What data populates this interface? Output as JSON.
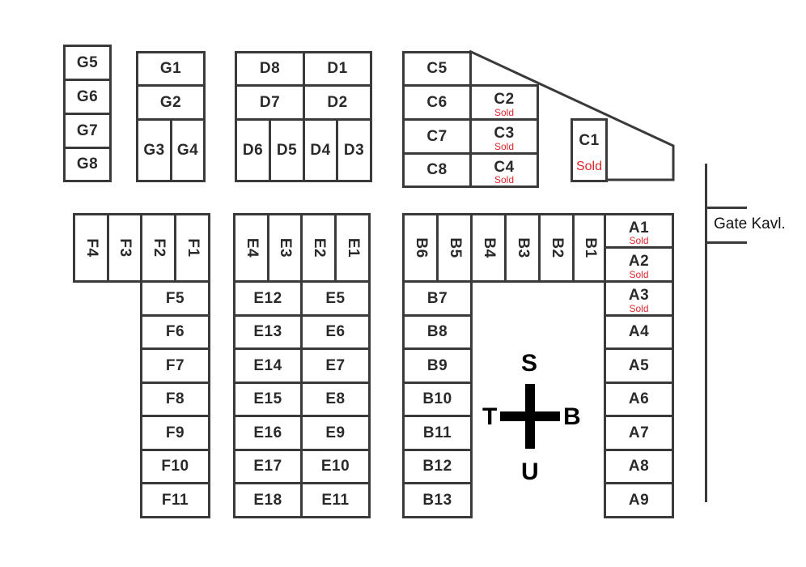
{
  "lots": {
    "G5": {
      "label": "G5",
      "sold": false
    },
    "G6": {
      "label": "G6",
      "sold": false
    },
    "G7": {
      "label": "G7",
      "sold": false
    },
    "G8": {
      "label": "G8",
      "sold": false
    },
    "G1": {
      "label": "G1",
      "sold": false
    },
    "G2": {
      "label": "G2",
      "sold": false
    },
    "G3": {
      "label": "G3",
      "sold": false
    },
    "G4": {
      "label": "G4",
      "sold": false
    },
    "D8": {
      "label": "D8",
      "sold": false
    },
    "D1": {
      "label": "D1",
      "sold": false
    },
    "D7": {
      "label": "D7",
      "sold": false
    },
    "D2": {
      "label": "D2",
      "sold": false
    },
    "D6": {
      "label": "D6",
      "sold": false
    },
    "D5": {
      "label": "D5",
      "sold": false
    },
    "D4": {
      "label": "D4",
      "sold": false
    },
    "D3": {
      "label": "D3",
      "sold": false
    },
    "C5": {
      "label": "C5",
      "sold": false
    },
    "C6": {
      "label": "C6",
      "sold": false
    },
    "C7": {
      "label": "C7",
      "sold": false
    },
    "C8": {
      "label": "C8",
      "sold": false
    },
    "C2": {
      "label": "C2",
      "sold": true
    },
    "C3": {
      "label": "C3",
      "sold": true
    },
    "C4": {
      "label": "C4",
      "sold": true
    },
    "C1": {
      "label": "C1",
      "sold": true
    },
    "F4": {
      "label": "F4",
      "sold": false
    },
    "F3": {
      "label": "F3",
      "sold": false
    },
    "F2": {
      "label": "F2",
      "sold": false
    },
    "F1": {
      "label": "F1",
      "sold": false
    },
    "F5": {
      "label": "F5",
      "sold": false
    },
    "F6": {
      "label": "F6",
      "sold": false
    },
    "F7": {
      "label": "F7",
      "sold": false
    },
    "F8": {
      "label": "F8",
      "sold": false
    },
    "F9": {
      "label": "F9",
      "sold": false
    },
    "F10": {
      "label": "F10",
      "sold": false
    },
    "F11": {
      "label": "F11",
      "sold": false
    },
    "E4": {
      "label": "E4",
      "sold": false
    },
    "E3": {
      "label": "E3",
      "sold": false
    },
    "E2": {
      "label": "E2",
      "sold": false
    },
    "E1": {
      "label": "E1",
      "sold": false
    },
    "E12": {
      "label": "E12",
      "sold": false
    },
    "E13": {
      "label": "E13",
      "sold": false
    },
    "E14": {
      "label": "E14",
      "sold": false
    },
    "E15": {
      "label": "E15",
      "sold": false
    },
    "E16": {
      "label": "E16",
      "sold": false
    },
    "E17": {
      "label": "E17",
      "sold": false
    },
    "E18": {
      "label": "E18",
      "sold": false
    },
    "E5": {
      "label": "E5",
      "sold": false
    },
    "E6": {
      "label": "E6",
      "sold": false
    },
    "E7": {
      "label": "E7",
      "sold": false
    },
    "E8": {
      "label": "E8",
      "sold": false
    },
    "E9": {
      "label": "E9",
      "sold": false
    },
    "E10": {
      "label": "E10",
      "sold": false
    },
    "E11": {
      "label": "E11",
      "sold": false
    },
    "B6": {
      "label": "B6",
      "sold": false
    },
    "B5": {
      "label": "B5",
      "sold": false
    },
    "B4": {
      "label": "B4",
      "sold": false
    },
    "B3": {
      "label": "B3",
      "sold": false
    },
    "B2": {
      "label": "B2",
      "sold": false
    },
    "B1": {
      "label": "B1",
      "sold": false
    },
    "B7": {
      "label": "B7",
      "sold": false
    },
    "B8": {
      "label": "B8",
      "sold": false
    },
    "B9": {
      "label": "B9",
      "sold": false
    },
    "B10": {
      "label": "B10",
      "sold": false
    },
    "B11": {
      "label": "B11",
      "sold": false
    },
    "B12": {
      "label": "B12",
      "sold": false
    },
    "B13": {
      "label": "B13",
      "sold": false
    },
    "A1": {
      "label": "A1",
      "sold": true
    },
    "A2": {
      "label": "A2",
      "sold": true
    },
    "A3": {
      "label": "A3",
      "sold": true
    },
    "A4": {
      "label": "A4",
      "sold": false
    },
    "A5": {
      "label": "A5",
      "sold": false
    },
    "A6": {
      "label": "A6",
      "sold": false
    },
    "A7": {
      "label": "A7",
      "sold": false
    },
    "A8": {
      "label": "A8",
      "sold": false
    },
    "A9": {
      "label": "A9",
      "sold": false
    }
  },
  "sold_label": "Sold",
  "gate_label": "Gate Kavl.",
  "compass": {
    "north": "S",
    "south": "U",
    "west": "T",
    "east": "B"
  },
  "colors": {
    "line": "#3a3a3a",
    "sold": "#e0262c",
    "background": "#ffffff"
  },
  "icons": {
    "compass": "compass-cross-icon"
  }
}
